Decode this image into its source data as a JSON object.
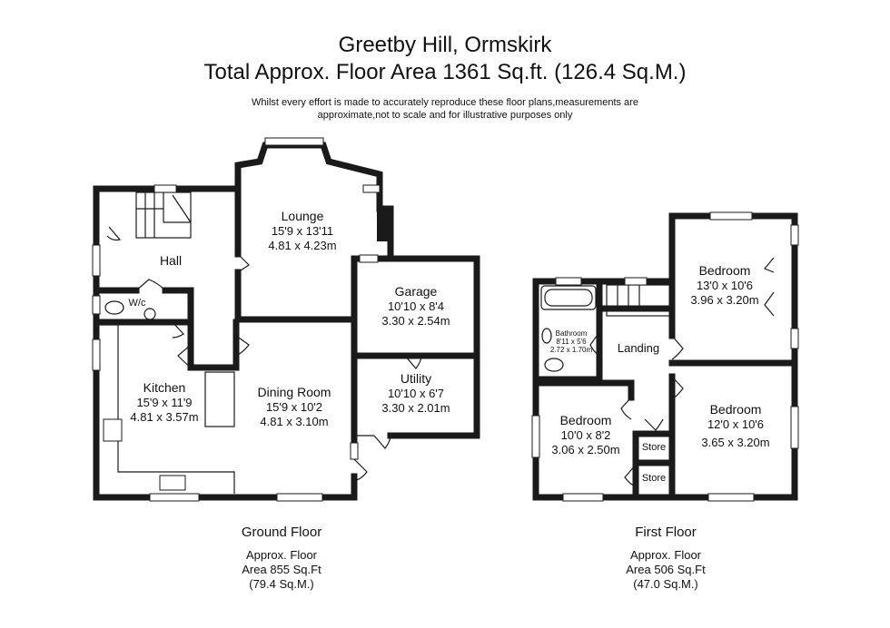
{
  "header": {
    "title_line1": "Greetby Hill, Ormskirk",
    "title_line2": "Total Approx. Floor Area 1361 Sq.ft. (126.4 Sq.M.)",
    "disclaimer_line1": "Whilst every effort is made to accurately reproduce these floor plans,measurements are",
    "disclaimer_line2": "approximate,not to scale and for illustrative purposes only"
  },
  "ground_floor": {
    "label": "Ground Floor",
    "area_line1": "Approx. Floor",
    "area_line2": "Area 855 Sq.Ft",
    "area_line3": "(79.4 Sq.M.)",
    "rooms": {
      "lounge": {
        "name": "Lounge",
        "imperial": "15'9 x 13'11",
        "metric": "4.81 x 4.23m"
      },
      "hall": {
        "name": "Hall"
      },
      "wc": {
        "name": "W/c"
      },
      "garage": {
        "name": "Garage",
        "imperial": "10'10 x 8'4",
        "metric": "3.30 x 2.54m"
      },
      "utility": {
        "name": "Utility",
        "imperial": "10'10 x 6'7",
        "metric": "3.30 x 2.01m"
      },
      "kitchen": {
        "name": "Kitchen",
        "imperial": "15'9 x 11'9",
        "metric": "4.81 x 3.57m"
      },
      "dining": {
        "name": "Dining Room",
        "imperial": "15'9 x 10'2",
        "metric": "4.81 x 3.10m"
      }
    }
  },
  "first_floor": {
    "label": "First Floor",
    "area_line1": "Approx. Floor",
    "area_line2": "Area 506 Sq.Ft",
    "area_line3": "(47.0 Sq.M.)",
    "rooms": {
      "bedroom1": {
        "name": "Bedroom",
        "imperial": "13'0 x 10'6",
        "metric": "3.96 x 3.20m"
      },
      "bathroom": {
        "name": "Bathroom",
        "imperial": "8'11 x 5'6",
        "metric": "2.72 x 1.70m"
      },
      "landing": {
        "name": "Landing"
      },
      "bedroom2": {
        "name": "Bedroom",
        "imperial": "12'0 x 10'6",
        "metric": "3.65 x 3.20m"
      },
      "bedroom3": {
        "name": "Bedroom",
        "imperial": "10'0 x 8'2",
        "metric": "3.06 x 2.50m"
      },
      "store1": {
        "name": "Store"
      },
      "store2": {
        "name": "Store"
      }
    }
  }
}
